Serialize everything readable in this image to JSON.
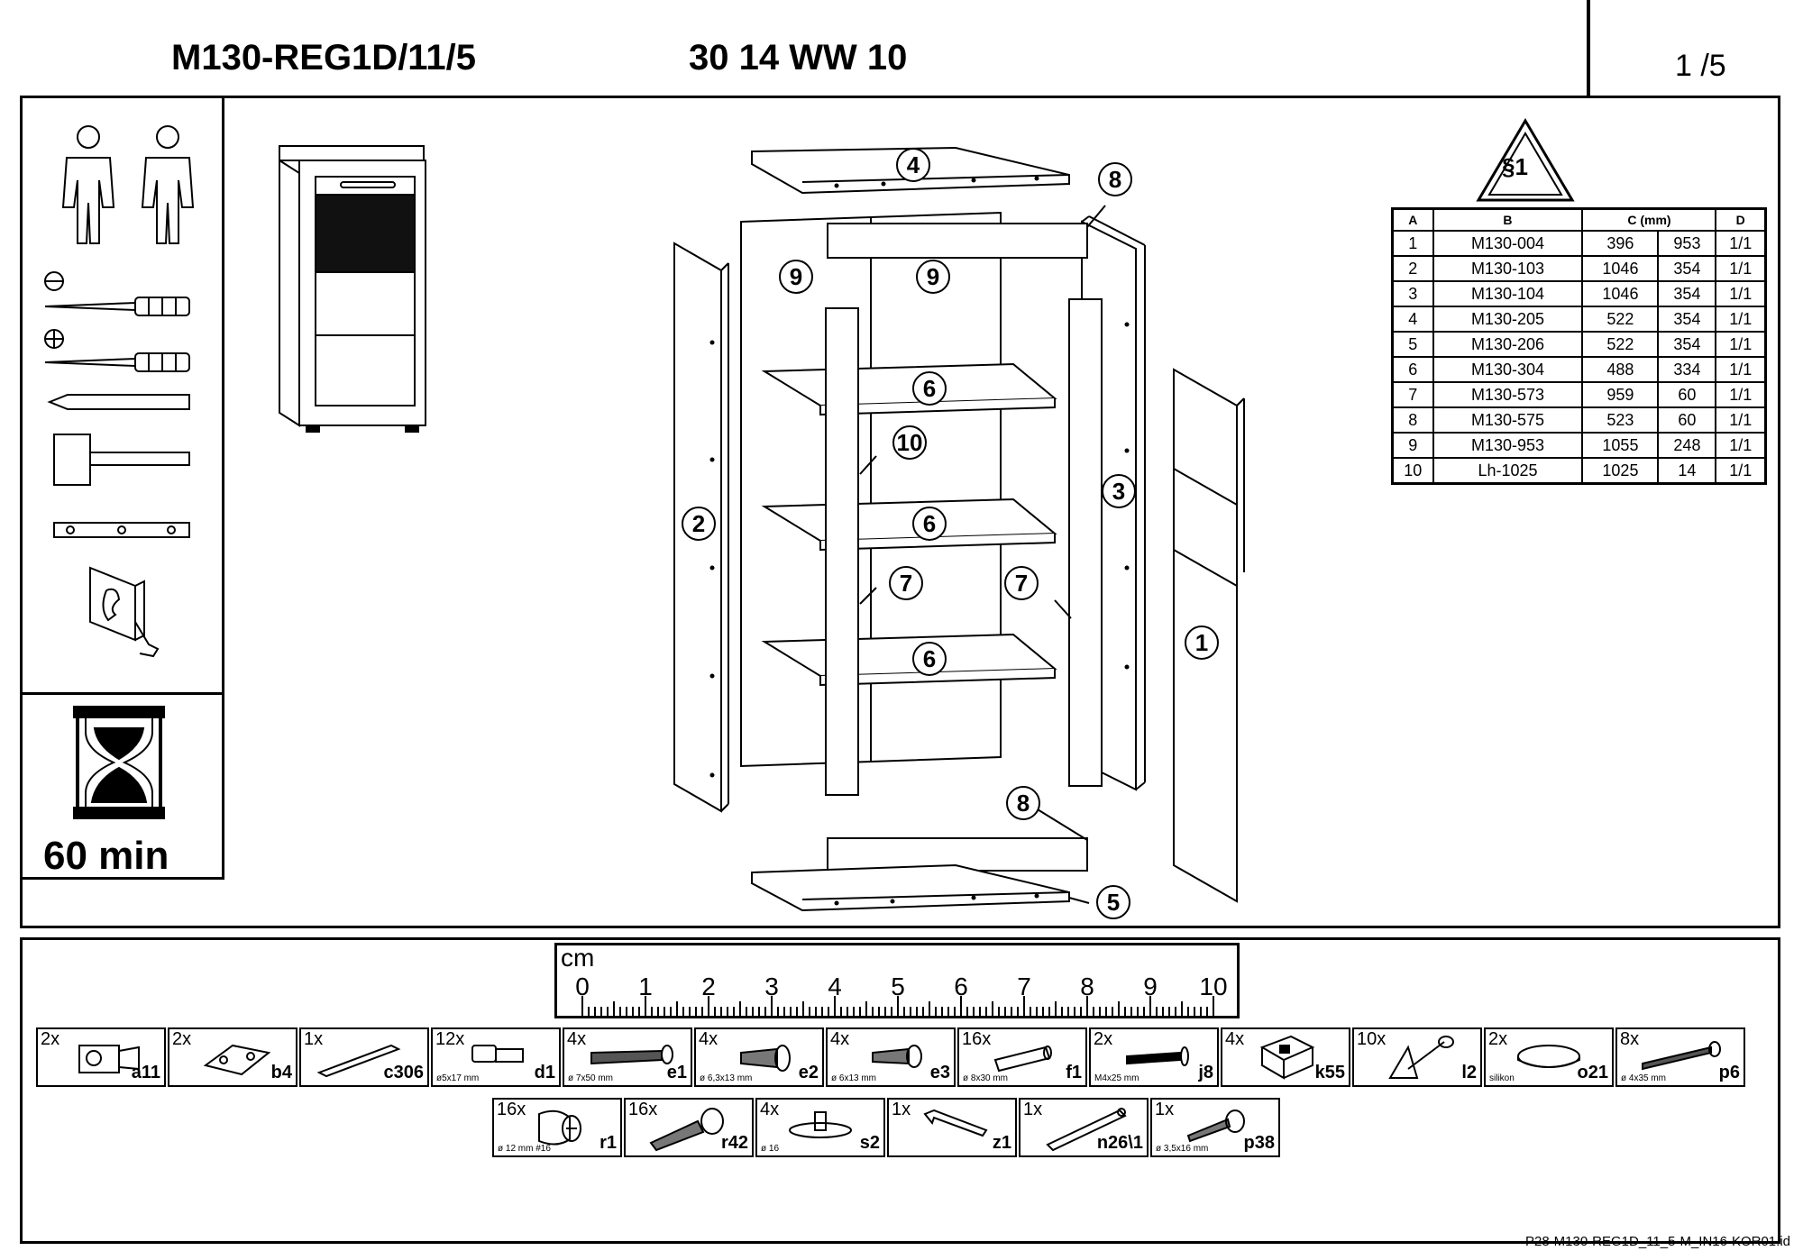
{
  "header": {
    "model": "M130-REG1D/11/5",
    "code": "30 14 WW 10",
    "page": "1 /5"
  },
  "assembly_time": "60 min",
  "legal_badge": "§1",
  "callouts": [
    "4",
    "8",
    "9",
    "9",
    "6",
    "10",
    "6",
    "7",
    "7",
    "6",
    "2",
    "3",
    "1",
    "8",
    "5"
  ],
  "parts_table": {
    "headers": [
      "A",
      "B",
      "C (mm)",
      "D"
    ],
    "rows": [
      [
        "1",
        "M130-004",
        "396",
        "953",
        "1/1"
      ],
      [
        "2",
        "M130-103",
        "1046",
        "354",
        "1/1"
      ],
      [
        "3",
        "M130-104",
        "1046",
        "354",
        "1/1"
      ],
      [
        "4",
        "M130-205",
        "522",
        "354",
        "1/1"
      ],
      [
        "5",
        "M130-206",
        "522",
        "354",
        "1/1"
      ],
      [
        "6",
        "M130-304",
        "488",
        "334",
        "1/1"
      ],
      [
        "7",
        "M130-573",
        "959",
        "60",
        "1/1"
      ],
      [
        "8",
        "M130-575",
        "523",
        "60",
        "1/1"
      ],
      [
        "9",
        "M130-953",
        "1055",
        "248",
        "1/1"
      ],
      [
        "10",
        "Lh-1025",
        "1025",
        "14",
        "1/1"
      ]
    ]
  },
  "ruler": {
    "unit": "cm",
    "numbers": [
      "0",
      "1",
      "2",
      "3",
      "4",
      "5",
      "6",
      "7",
      "8",
      "9",
      "10"
    ]
  },
  "hardware": [
    {
      "qty": "2x",
      "code": "a11",
      "spec": ""
    },
    {
      "qty": "2x",
      "code": "b4",
      "spec": ""
    },
    {
      "qty": "1x",
      "code": "c306",
      "spec": ""
    },
    {
      "qty": "12x",
      "code": "d1",
      "spec": "ø5x17 mm"
    },
    {
      "qty": "4x",
      "code": "e1",
      "spec": "ø 7x50 mm"
    },
    {
      "qty": "4x",
      "code": "e2",
      "spec": "ø 6,3x13 mm"
    },
    {
      "qty": "4x",
      "code": "e3",
      "spec": "ø 6x13 mm"
    },
    {
      "qty": "16x",
      "code": "f1",
      "spec": "ø 8x30 mm"
    },
    {
      "qty": "2x",
      "code": "j8",
      "spec": "M4x25 mm"
    },
    {
      "qty": "4x",
      "code": "k55",
      "spec": ""
    },
    {
      "qty": "10x",
      "code": "l2",
      "spec": ""
    },
    {
      "qty": "2x",
      "code": "o21",
      "spec": "silikon"
    },
    {
      "qty": "8x",
      "code": "p6",
      "spec": "ø 4x35 mm"
    },
    {
      "qty": "16x",
      "code": "r1",
      "spec": "ø 12 mm #16"
    },
    {
      "qty": "16x",
      "code": "r42",
      "spec": ""
    },
    {
      "qty": "4x",
      "code": "s2",
      "spec": "ø 16"
    },
    {
      "qty": "1x",
      "code": "z1",
      "spec": ""
    },
    {
      "qty": "1x",
      "code": "n26\\1",
      "spec": ""
    },
    {
      "qty": "1x",
      "code": "p38",
      "spec": "ø 3,5x16 mm"
    }
  ],
  "footer": "P28-M130-REG1D_11_5-M_IN16-KOR01.id"
}
